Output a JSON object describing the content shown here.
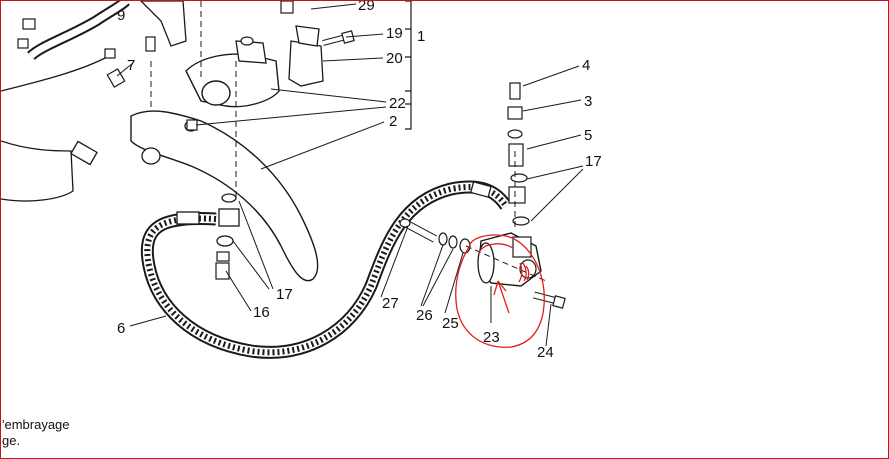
{
  "diagram": {
    "callouts": [
      {
        "id": "c9",
        "text": "9"
      },
      {
        "id": "c29",
        "text": "29"
      },
      {
        "id": "c19",
        "text": "19"
      },
      {
        "id": "c1",
        "text": "1"
      },
      {
        "id": "c20",
        "text": "20"
      },
      {
        "id": "c7",
        "text": "7"
      },
      {
        "id": "c4",
        "text": "4"
      },
      {
        "id": "c3",
        "text": "3"
      },
      {
        "id": "c22",
        "text": "22"
      },
      {
        "id": "c2",
        "text": "2"
      },
      {
        "id": "c5",
        "text": "5"
      },
      {
        "id": "c17a",
        "text": "17"
      },
      {
        "id": "c17b",
        "text": "17"
      },
      {
        "id": "c27",
        "text": "27"
      },
      {
        "id": "c16",
        "text": "16"
      },
      {
        "id": "c26",
        "text": "26"
      },
      {
        "id": "c25",
        "text": "25"
      },
      {
        "id": "c6",
        "text": "6"
      },
      {
        "id": "c23",
        "text": "23"
      },
      {
        "id": "c24",
        "text": "24"
      }
    ],
    "caption_lines": [
      "'embrayage",
      "ge."
    ],
    "colors": {
      "line": "#1a1a1a",
      "part_fill": "#e2e2e2",
      "annotation": "#e0201c",
      "border": "#c8101e"
    }
  }
}
